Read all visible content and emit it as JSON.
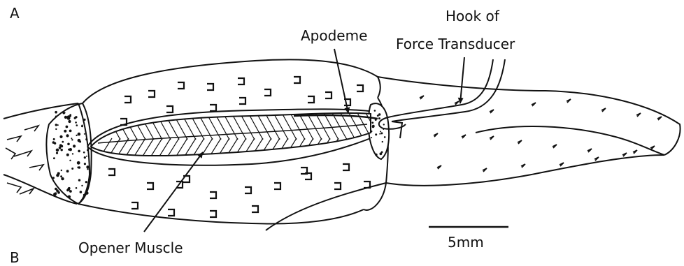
{
  "panel_labels": {
    "a": "A",
    "b": "B"
  },
  "labels": {
    "apodeme": "Apodeme",
    "hook_line1": "Hook of",
    "hook_line2": "Force Transducer",
    "opener_muscle": "Opener Muscle",
    "scale": "5mm"
  },
  "colors": {
    "ink": "#111111",
    "background": "#ffffff"
  }
}
